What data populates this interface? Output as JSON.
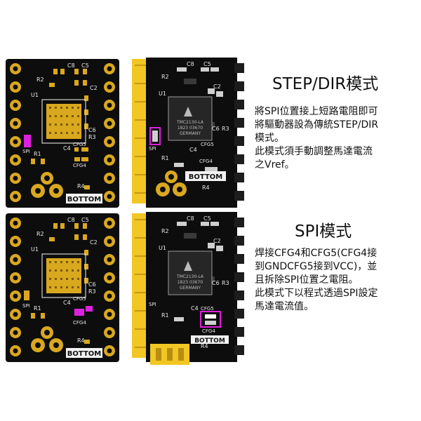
{
  "sections": [
    {
      "title": "STEP/DIR模式",
      "lines": [
        "將SPI位置接上短路電阻即可",
        "將驅動器設為傳統STEP/DIR",
        "模式。",
        "此模式須手動調整馬達電流",
        "之Vref。"
      ]
    },
    {
      "title": "SPI模式",
      "lines": [
        "焊接CFG4和CFG5(CFG4接",
        "到GNDCFG5接到VCC)，並",
        "且拆除SPI位置之電阻。",
        "此模式下以程式透過SPI設定",
        "馬達電流值。"
      ]
    }
  ],
  "boards": {
    "bottom_left": {
      "labels": [
        "U1",
        "R2",
        "C8",
        "C5",
        "C2",
        "C6",
        "R3",
        "C4",
        "CFG5",
        "CFG4",
        "SPI",
        "R1",
        "R4",
        "BOTTOM"
      ]
    },
    "top_right": {
      "chip_text": [
        "TMC2130-LA",
        "1823 03670",
        "GERMANY"
      ],
      "labels": [
        "R2",
        "C8",
        "C5",
        "U1",
        "C2",
        "C6",
        "R3",
        "SPI",
        "C4",
        "CFG5",
        "CFG4",
        "R1",
        "R4",
        "BOTTOM"
      ]
    }
  },
  "colors": {
    "board": "#101010",
    "pad_gold": "#d9a81f",
    "pin_yellow": "#f2c623",
    "highlight_magenta": "#e020e0",
    "text": "#111111"
  }
}
